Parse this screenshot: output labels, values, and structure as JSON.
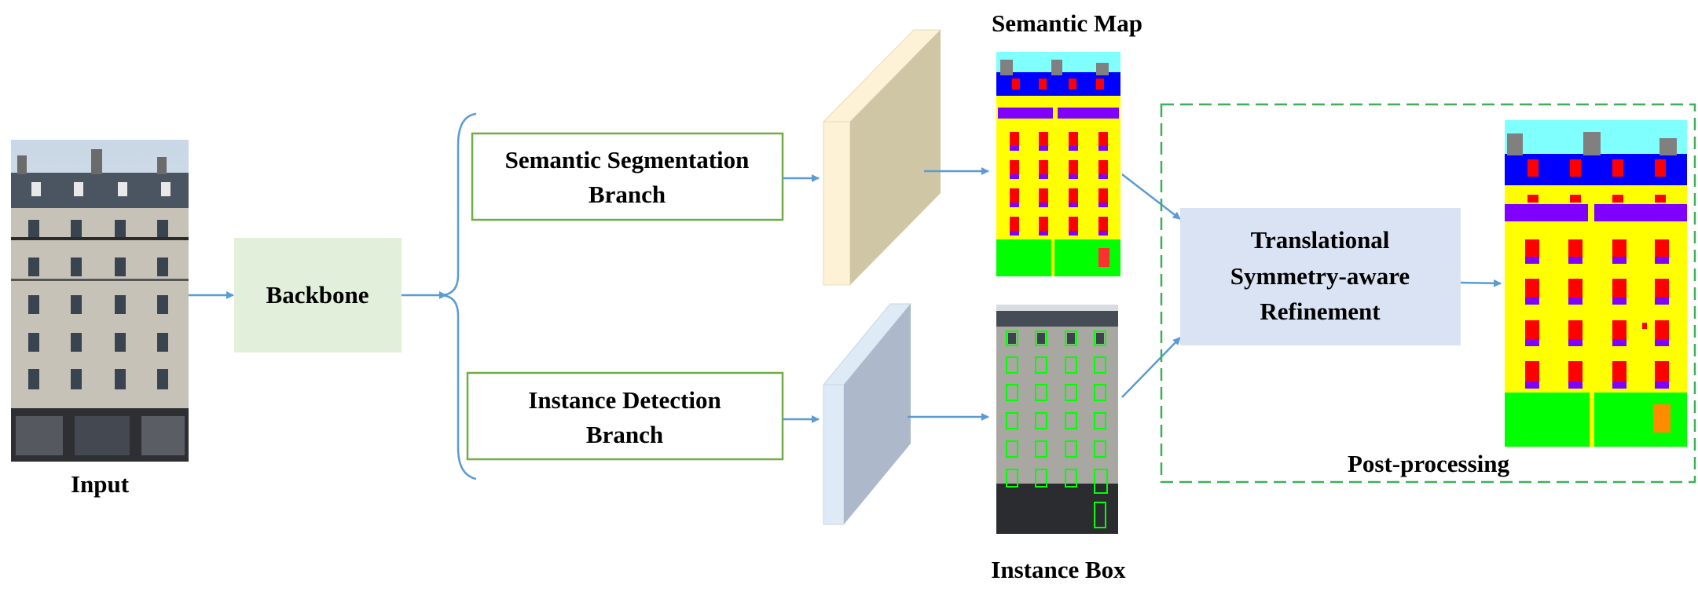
{
  "labels": {
    "input": "Input",
    "backbone": "Backbone",
    "semantic_branch_line1": "Semantic Segmentation",
    "semantic_branch_line2": "Branch",
    "instance_branch_line1": "Instance Detection",
    "instance_branch_line2": "Branch",
    "semantic_map": "Semantic Map",
    "instance_box": "Instance Box",
    "refinement_line1": "Translational",
    "refinement_line2": "Symmetry-aware",
    "refinement_line3": "Refinement",
    "post_processing": "Post-processing"
  },
  "colors": {
    "arrow": "#5b9bd5",
    "branch_border": "#70ad47",
    "backbone_fill": "#e2efda",
    "refinement_fill": "#dae3f3",
    "dashed_border": "#3fae5a",
    "feature_semantic_front": "#fdf1d6",
    "feature_semantic_side": "#cfc6a6",
    "feature_instance_front": "#deebf7",
    "feature_instance_side": "#adb9ca",
    "seg_sky": "#80ffff",
    "seg_roof": "#0000ff",
    "seg_wall": "#ffff00",
    "seg_window": "#ff0000",
    "seg_balcony": "#8000ff",
    "seg_shop": "#00ff00",
    "seg_chimney": "#808080",
    "box_outline": "#00ff00"
  }
}
